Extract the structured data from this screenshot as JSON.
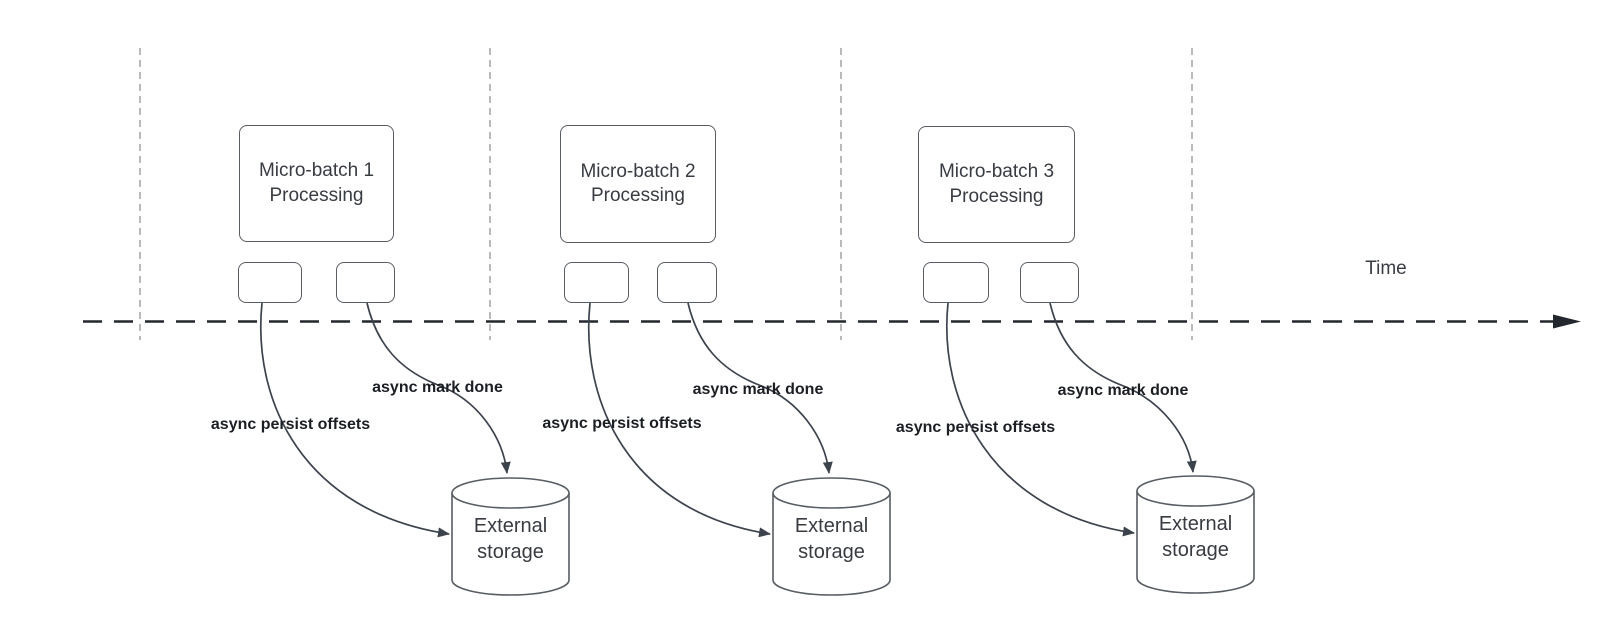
{
  "diagram": {
    "time_label": "Time",
    "groups": [
      {
        "box_label": "Micro-batch 1\nProcessing",
        "persist_label": "async persist offsets",
        "mark_done_label": "async mark done",
        "storage_label": "External\nstorage"
      },
      {
        "box_label": "Micro-batch 2\nProcessing",
        "persist_label": "async persist offsets",
        "mark_done_label": "async mark done",
        "storage_label": "External\nstorage"
      },
      {
        "box_label": "Micro-batch 3\nProcessing",
        "persist_label": "async persist offsets",
        "mark_done_label": "async mark done",
        "storage_label": "External\nstorage"
      }
    ],
    "colors": {
      "background": "#ffffff",
      "shape_border": "#585d63",
      "shape_text": "#383c42",
      "time_axis_line": "#23272e",
      "edge_line": "#3d434d",
      "edge_label_text": "#1b1e23",
      "lane_divider": "#a9a9a9"
    }
  }
}
